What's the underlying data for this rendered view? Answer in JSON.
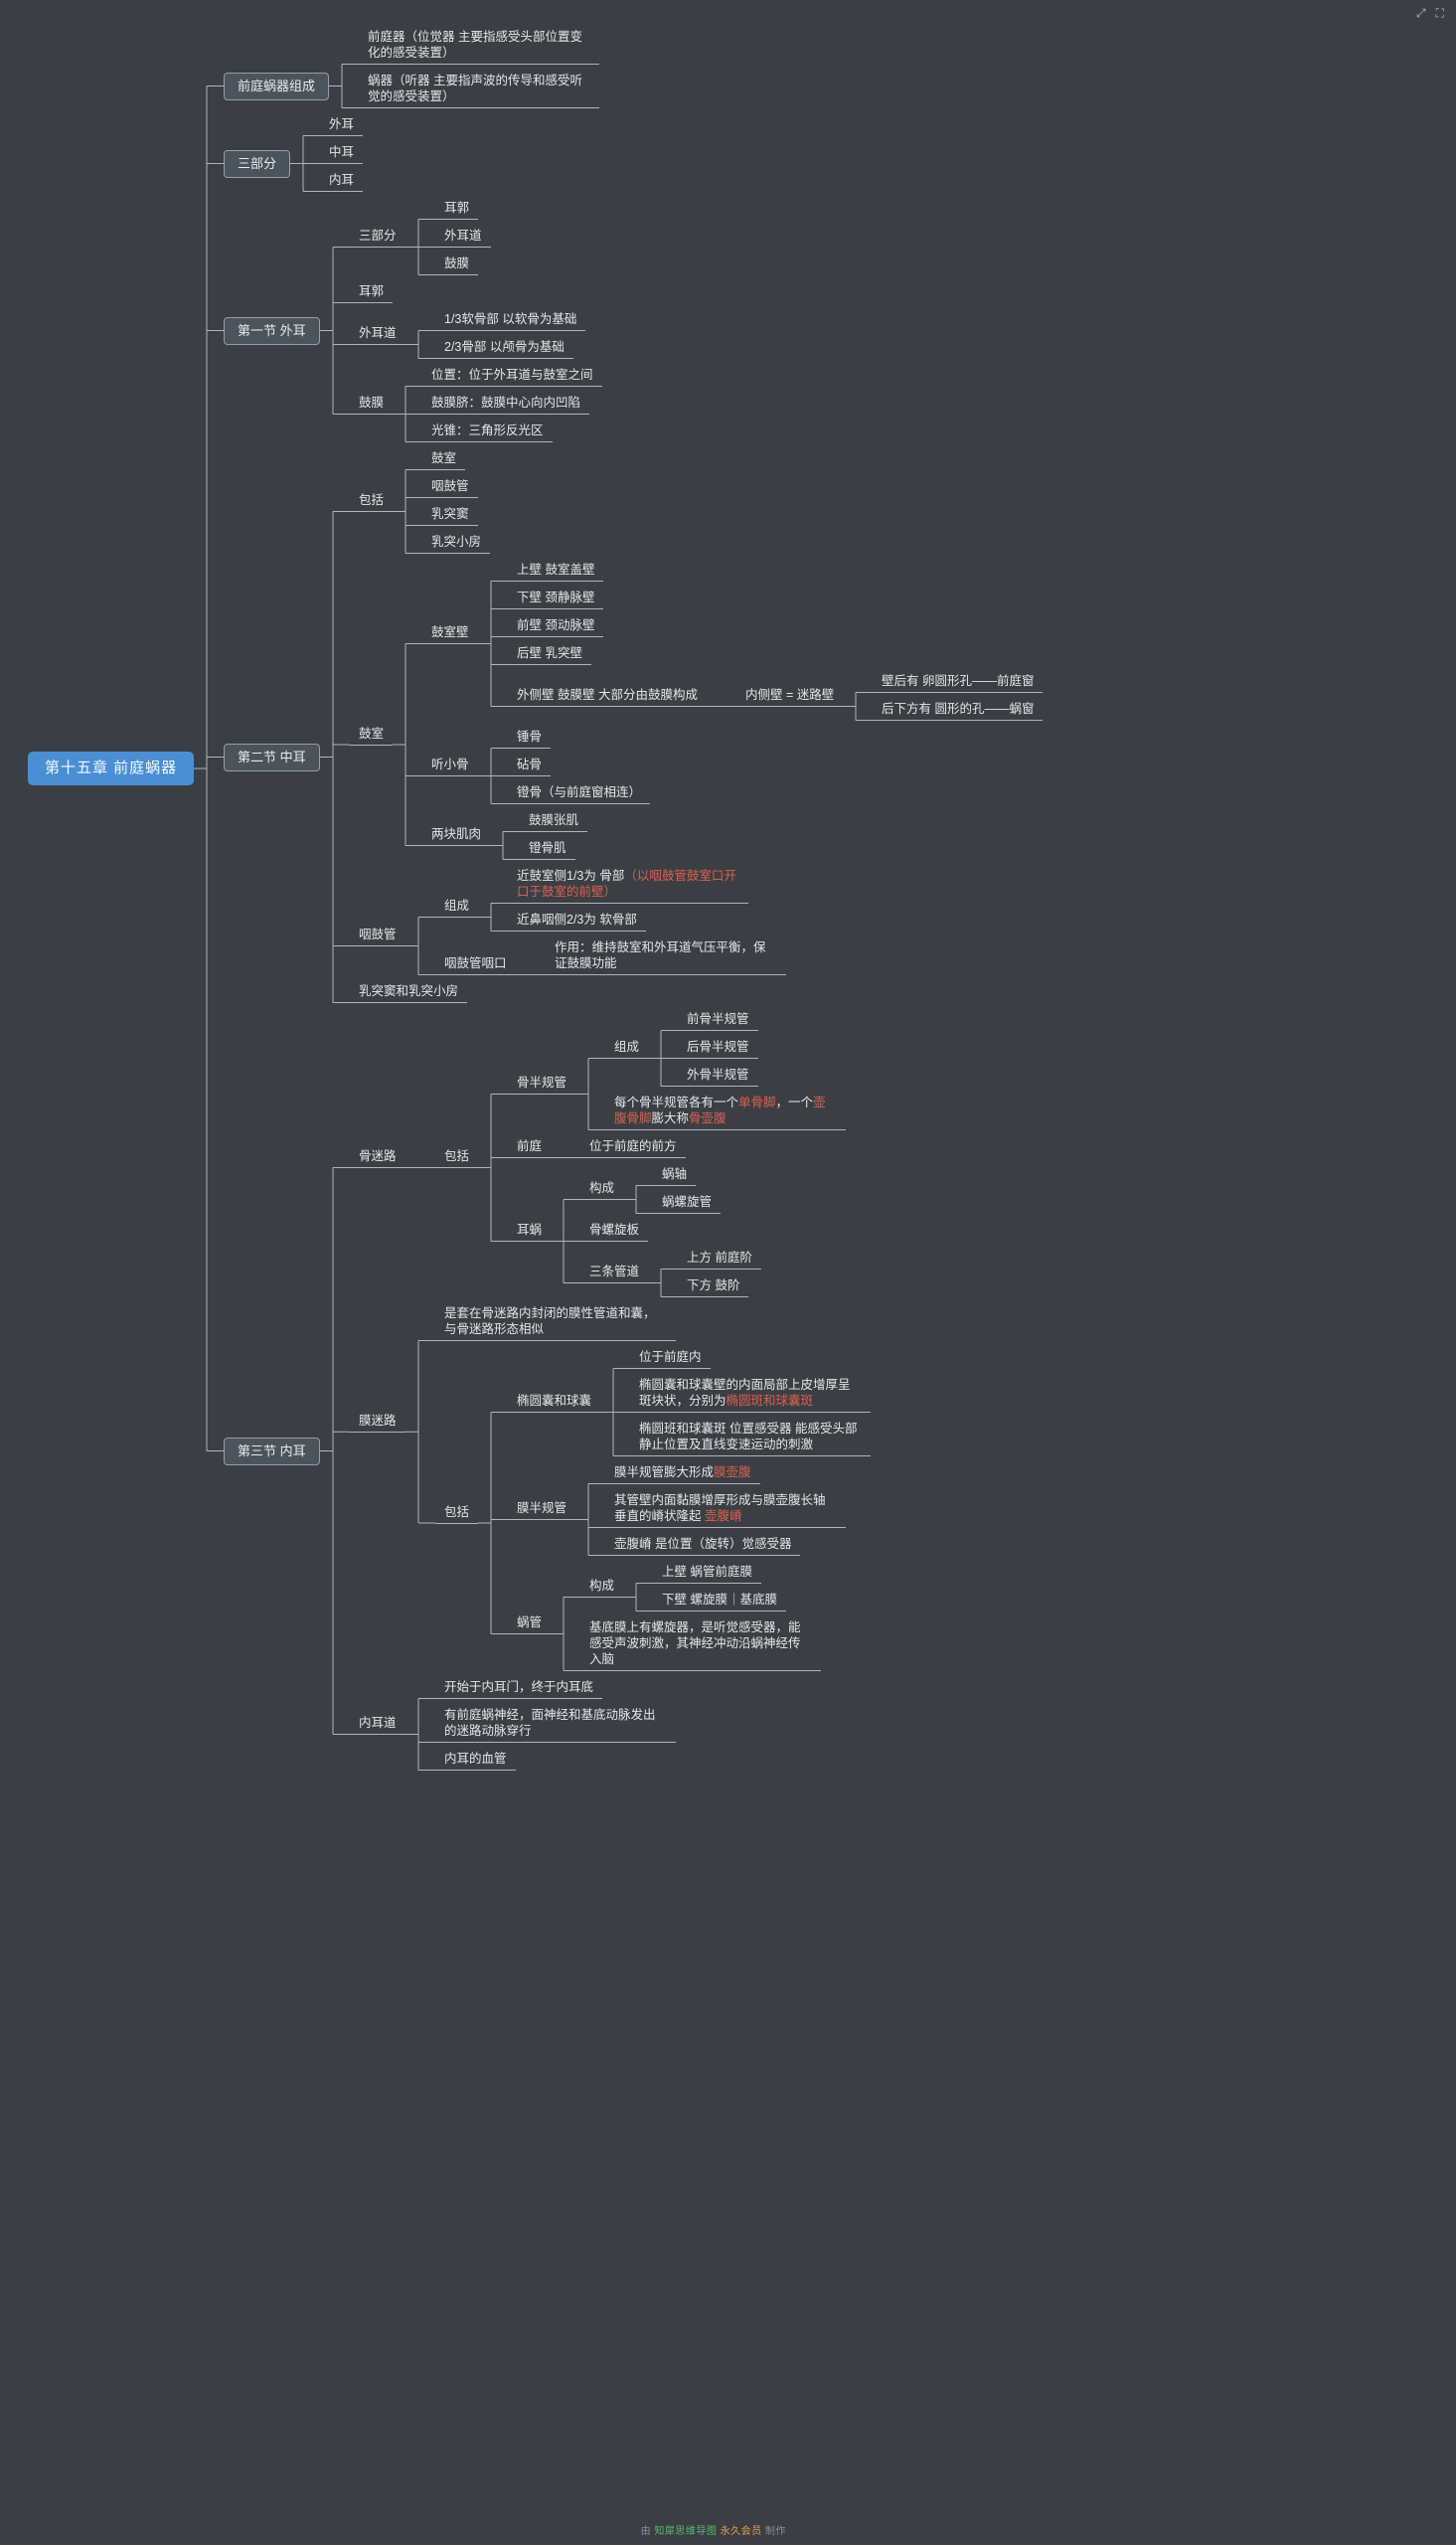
{
  "canvas": {
    "background": "#3b3f44",
    "line_color": "#b0b5ba",
    "text_color": "#e4e7e9",
    "accent_red": "#d9604f",
    "root_fill": "#4a8fd4",
    "branch_box_fill": "#4c545b"
  },
  "toolbar": {
    "icons": [
      {
        "name": "fit-screen-icon",
        "glyph": "⤢"
      },
      {
        "name": "fullscreen-icon",
        "glyph": "⛶"
      }
    ]
  },
  "watermark": {
    "parts": [
      {
        "t": "由 ",
        "c": "#8b9096"
      },
      {
        "t": "知犀思维导图",
        "c": "#57b86f"
      },
      {
        "t": " 永久会员 ",
        "c": "#e0a24a"
      },
      {
        "t": "制作",
        "c": "#8b9096"
      }
    ]
  },
  "tree": {
    "label": "第十五章 前庭蜗器",
    "kind": "root",
    "name": "root-topic",
    "children": [
      {
        "label": "前庭蜗器组成",
        "kind": "box",
        "name": "branch-composition",
        "children": [
          {
            "label": "前庭器（位觉器  主要指感受头部位置变化的感受装置）",
            "wrap": true
          },
          {
            "label": "蜗器（听器  主要指声波的传导和感受听觉的感受装置）",
            "wrap": true
          }
        ]
      },
      {
        "label": "三部分",
        "kind": "box",
        "name": "branch-three-parts",
        "children": [
          {
            "label": "外耳"
          },
          {
            "label": "中耳"
          },
          {
            "label": "内耳"
          }
        ]
      },
      {
        "label": "第一节 外耳",
        "kind": "box",
        "name": "branch-section1-outer-ear",
        "children": [
          {
            "label": "三部分",
            "children": [
              {
                "label": "耳郭"
              },
              {
                "label": "外耳道"
              },
              {
                "label": "鼓膜"
              }
            ]
          },
          {
            "label": "耳郭"
          },
          {
            "label": "外耳道",
            "children": [
              {
                "label": "1/3软骨部  以软骨为基础"
              },
              {
                "label": "2/3骨部  以颅骨为基础"
              }
            ]
          },
          {
            "label": "鼓膜",
            "children": [
              {
                "label": "位置：位于外耳道与鼓室之间"
              },
              {
                "label": "鼓膜脐：鼓膜中心向内凹陷"
              },
              {
                "label": "光锥：三角形反光区"
              }
            ]
          }
        ]
      },
      {
        "label": "第二节 中耳",
        "kind": "box",
        "name": "branch-section2-middle-ear",
        "children": [
          {
            "label": "包括",
            "children": [
              {
                "label": "鼓室"
              },
              {
                "label": "咽鼓管"
              },
              {
                "label": "乳突窦"
              },
              {
                "label": "乳突小房"
              }
            ]
          },
          {
            "label": "鼓室",
            "children": [
              {
                "label": "鼓室壁",
                "children": [
                  {
                    "label": "上壁  鼓室盖壁"
                  },
                  {
                    "label": "下壁  颈静脉壁"
                  },
                  {
                    "label": "前壁  颈动脉壁"
                  },
                  {
                    "label": "后壁  乳突壁"
                  },
                  {
                    "label": "外侧壁  鼓膜壁  大部分由鼓膜构成",
                    "children": [
                      {
                        "label": "内侧壁 = 迷路壁",
                        "children": [
                          {
                            "label": "壁后有 卵圆形孔——前庭窗"
                          },
                          {
                            "label": "后下方有 圆形的孔——蜗窗"
                          }
                        ]
                      }
                    ]
                  }
                ]
              },
              {
                "label": "听小骨",
                "children": [
                  {
                    "label": "锤骨"
                  },
                  {
                    "label": "砧骨"
                  },
                  {
                    "label": "镫骨（与前庭窗相连）"
                  }
                ]
              },
              {
                "label": "两块肌肉",
                "children": [
                  {
                    "label": "鼓膜张肌"
                  },
                  {
                    "label": "镫骨肌"
                  }
                ]
              }
            ]
          },
          {
            "label": "咽鼓管",
            "children": [
              {
                "label": "组成",
                "children": [
                  {
                    "parts": [
                      {
                        "t": "近鼓室侧1/3为 骨部",
                        "red": false
                      },
                      {
                        "t": "（以咽鼓管鼓室口开口于鼓室的前壁）",
                        "red": true
                      }
                    ],
                    "wrap": true
                  },
                  {
                    "label": "近鼻咽侧2/3为 软骨部"
                  }
                ]
              },
              {
                "label": "咽鼓管咽口",
                "children": [
                  {
                    "label": "作用：维持鼓室和外耳道气压平衡，保证鼓膜功能",
                    "wrap": true
                  }
                ]
              }
            ]
          },
          {
            "label": "乳突窦和乳突小房"
          }
        ]
      },
      {
        "label": "第三节 内耳",
        "kind": "box",
        "name": "branch-section3-inner-ear",
        "children": [
          {
            "label": "骨迷路",
            "children": [
              {
                "label": "包括",
                "children": [
                  {
                    "label": "骨半规管",
                    "children": [
                      {
                        "label": "组成",
                        "children": [
                          {
                            "label": "前骨半规管"
                          },
                          {
                            "label": "后骨半规管"
                          },
                          {
                            "label": "外骨半规管"
                          }
                        ]
                      },
                      {
                        "parts": [
                          {
                            "t": "每个骨半规管各有一个",
                            "red": false
                          },
                          {
                            "t": "单骨脚",
                            "red": true
                          },
                          {
                            "t": "，一个",
                            "red": false
                          },
                          {
                            "t": "壶腹骨脚",
                            "red": true
                          },
                          {
                            "t": "膨大称",
                            "red": false
                          },
                          {
                            "t": "骨壶腹",
                            "red": true
                          }
                        ],
                        "wrap": true
                      }
                    ]
                  },
                  {
                    "label": "前庭",
                    "children": [
                      {
                        "label": "位于前庭的前方"
                      }
                    ]
                  },
                  {
                    "label": "耳蜗",
                    "children": [
                      {
                        "label": "构成",
                        "children": [
                          {
                            "label": "蜗轴"
                          },
                          {
                            "label": "蜗螺旋管"
                          }
                        ]
                      },
                      {
                        "label": "骨螺旋板"
                      },
                      {
                        "label": "三条管道",
                        "children": [
                          {
                            "label": "上方  前庭阶"
                          },
                          {
                            "label": "下方  鼓阶"
                          }
                        ]
                      }
                    ]
                  }
                ]
              }
            ]
          },
          {
            "label": "膜迷路",
            "children": [
              {
                "label": "是套在骨迷路内封闭的膜性管道和囊，与骨迷路形态相似",
                "wrap": true
              },
              {
                "label": "包括",
                "children": [
                  {
                    "label": "椭圆囊和球囊",
                    "children": [
                      {
                        "label": "位于前庭内"
                      },
                      {
                        "parts": [
                          {
                            "t": "椭圆囊和球囊壁的内面局部上皮增厚呈斑块状，分别为",
                            "red": false
                          },
                          {
                            "t": "椭圆斑和球囊斑",
                            "red": true
                          }
                        ],
                        "wrap": true
                      },
                      {
                        "label": "椭圆班和球囊斑  位置感受器  能感受头部静止位置及直线变速运动的刺激",
                        "wrap": true
                      }
                    ]
                  },
                  {
                    "label": "膜半规管",
                    "children": [
                      {
                        "parts": [
                          {
                            "t": "膜半规管膨大形成",
                            "red": false
                          },
                          {
                            "t": "膜壶腹",
                            "red": true
                          }
                        ]
                      },
                      {
                        "parts": [
                          {
                            "t": "其管壁内面黏膜增厚形成与膜壶腹长轴垂直的嵴状隆起 ",
                            "red": false
                          },
                          {
                            "t": "壶腹嵴",
                            "red": true
                          }
                        ],
                        "wrap": true
                      },
                      {
                        "label": "壶腹嵴 是位置（旋转）觉感受器"
                      }
                    ]
                  },
                  {
                    "label": "蜗管",
                    "children": [
                      {
                        "label": "构成",
                        "children": [
                          {
                            "label": "上壁  蜗管前庭膜"
                          },
                          {
                            "label": "下壁  螺旋膜｜基底膜"
                          }
                        ]
                      },
                      {
                        "label": "基底膜上有螺旋器，是听觉感受器，能感受声波刺激，其神经冲动沿蜗神经传入脑",
                        "wrap": true
                      }
                    ]
                  }
                ]
              }
            ]
          },
          {
            "label": "内耳道",
            "children": [
              {
                "label": "开始于内耳门，终于内耳底"
              },
              {
                "label": "有前庭蜗神经，面神经和基底动脉发出的迷路动脉穿行",
                "wrap": true
              },
              {
                "label": "内耳的血管"
              }
            ]
          }
        ]
      }
    ]
  }
}
